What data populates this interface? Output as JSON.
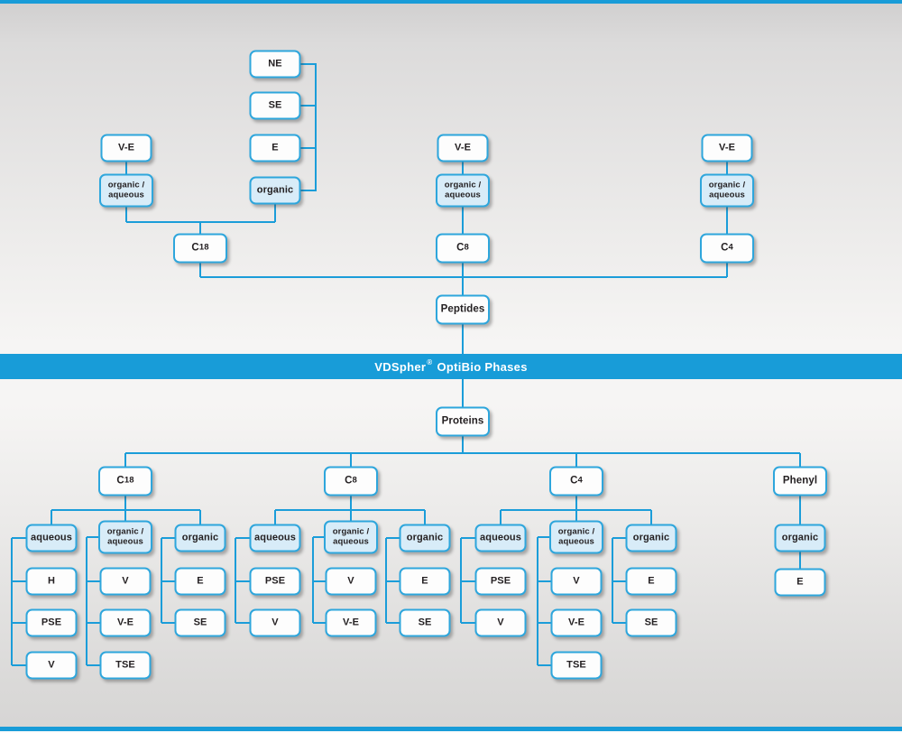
{
  "banner": {
    "title_brand": "VDSpher",
    "title_reg": "®",
    "title_rest": "OptiBio Phases"
  },
  "colors": {
    "accent_blue": "#189cd8",
    "node_border": "#2ea6dc",
    "node_fill_white": "#fdfdfd",
    "node_fill_lightblue": "#d8ecf8",
    "wire": "#1b9dd9",
    "text": "#242022"
  },
  "peptides_section": {
    "root": "Peptides",
    "c18_branch": {
      "column": "C18",
      "groups": [
        {
          "header": "organic /\naqueous",
          "children": [
            "V-E"
          ]
        },
        {
          "header": "organic",
          "children": [
            "NE",
            "SE",
            "E"
          ]
        }
      ]
    },
    "c8_branch": {
      "column": "C8",
      "groups": [
        {
          "header": "organic /\naqueous",
          "children": [
            "V-E"
          ]
        }
      ]
    },
    "c4_branch": {
      "column": "C4",
      "groups": [
        {
          "header": "organic /\naqueous",
          "children": [
            "V-E"
          ]
        }
      ]
    }
  },
  "proteins_section": {
    "root": "Proteins",
    "c18_branch": {
      "column": "C18",
      "groups": [
        {
          "header": "aqueous",
          "children": [
            "H",
            "PSE",
            "V"
          ]
        },
        {
          "header": "organic /\naqueous",
          "children": [
            "V",
            "V-E",
            "TSE"
          ]
        },
        {
          "header": "organic",
          "children": [
            "E",
            "SE"
          ]
        }
      ]
    },
    "c8_branch": {
      "column": "C8",
      "groups": [
        {
          "header": "aqueous",
          "children": [
            "PSE",
            "V"
          ]
        },
        {
          "header": "organic /\naqueous",
          "children": [
            "V",
            "V-E"
          ]
        },
        {
          "header": "organic",
          "children": [
            "E",
            "SE"
          ]
        }
      ]
    },
    "c4_branch": {
      "column": "C4",
      "groups": [
        {
          "header": "aqueous",
          "children": [
            "PSE",
            "V"
          ]
        },
        {
          "header": "organic /\naqueous",
          "children": [
            "V",
            "V-E",
            "TSE"
          ]
        },
        {
          "header": "organic",
          "children": [
            "E",
            "SE"
          ]
        }
      ]
    },
    "phenyl_branch": {
      "column": "Phenyl",
      "groups": [
        {
          "header": "organic",
          "children": [
            "E"
          ]
        }
      ]
    }
  }
}
